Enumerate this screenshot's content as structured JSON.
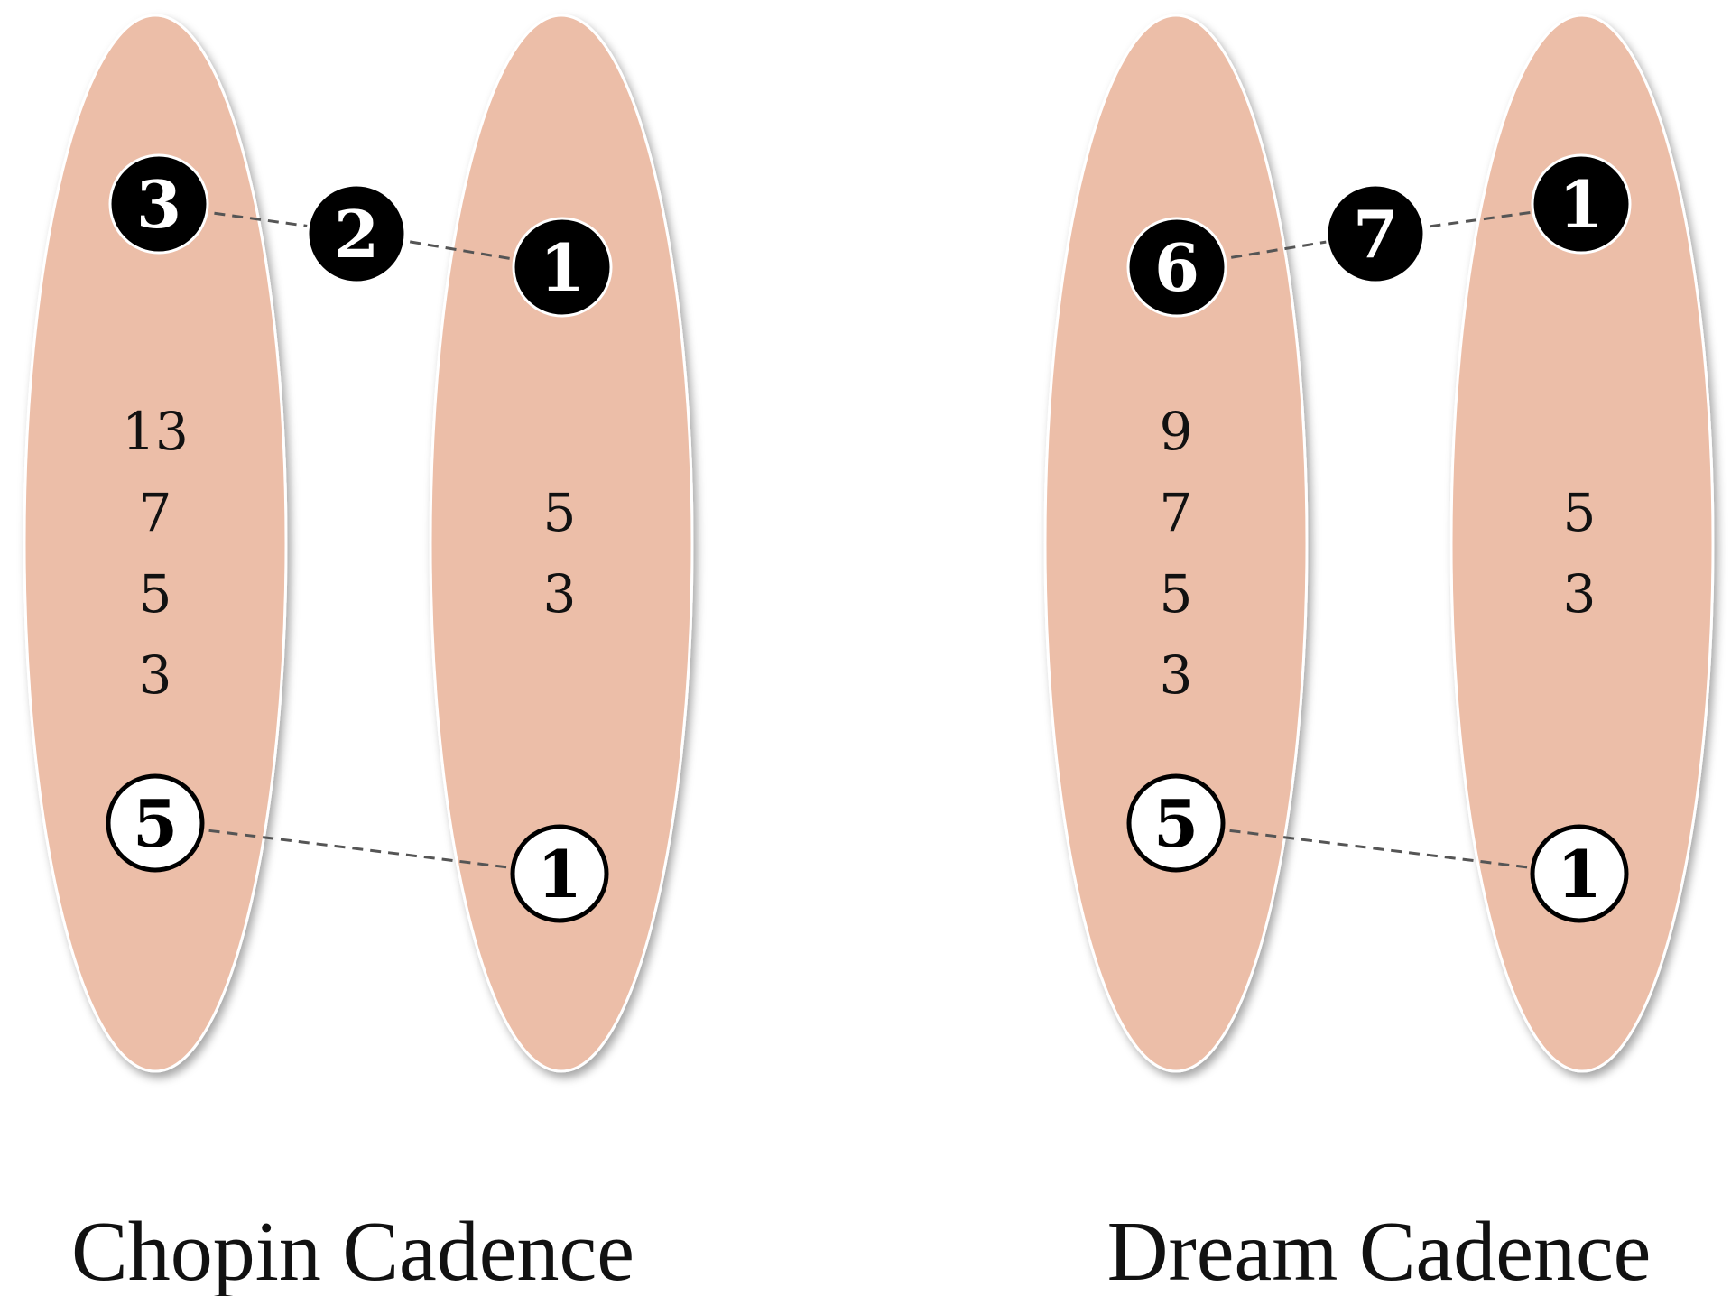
{
  "colors": {
    "ellipse_fill": "#ecbea8",
    "filled_circle": "#000000",
    "open_circle_fill": "#ffffff",
    "dashed_line": "#555555",
    "text": "#111111"
  },
  "diagrams": [
    {
      "caption": "Chopin Cadence",
      "left_chord": {
        "intervals": [
          "13",
          "7",
          "5",
          "3"
        ],
        "top_degree": "3",
        "bass_degree": "5"
      },
      "passing_degree": "2",
      "right_chord": {
        "intervals": [
          "5",
          "3"
        ],
        "top_degree": "1",
        "bass_degree": "1"
      }
    },
    {
      "caption": "Dream Cadence",
      "left_chord": {
        "intervals": [
          "9",
          "7",
          "5",
          "3"
        ],
        "top_degree": "6",
        "bass_degree": "5"
      },
      "passing_degree": "7",
      "right_chord": {
        "intervals": [
          "5",
          "3"
        ],
        "top_degree": "1",
        "bass_degree": "1"
      }
    }
  ]
}
